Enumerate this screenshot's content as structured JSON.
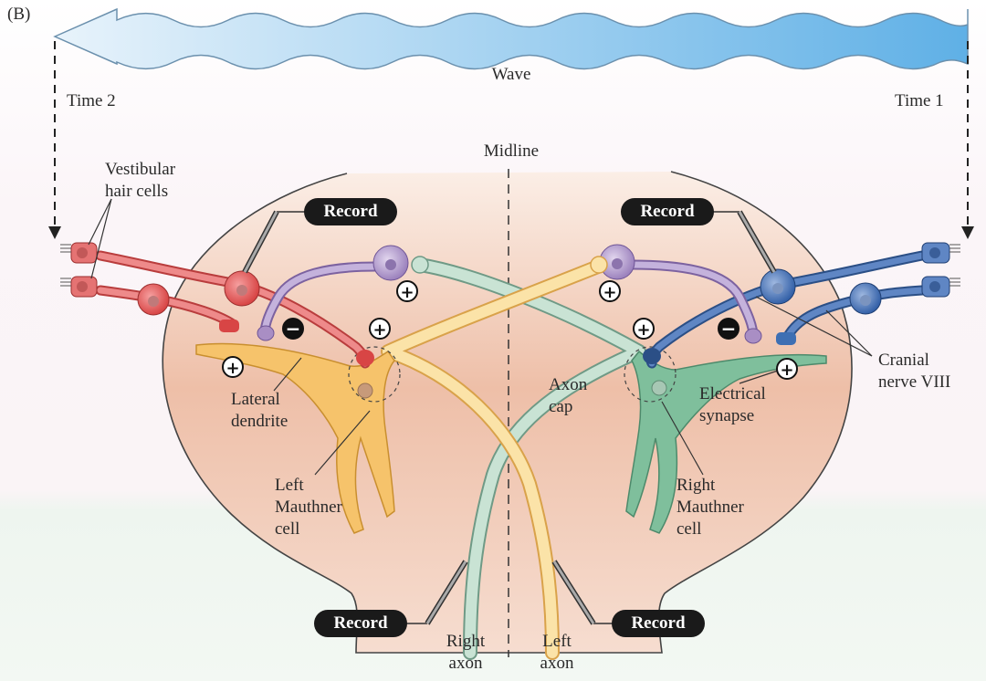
{
  "panel_label": "(B)",
  "labels": {
    "wave": "Wave",
    "time2": "Time 2",
    "time1": "Time 1",
    "midline": "Midline",
    "vestibular_hair_cells": "Vestibular\nhair cells",
    "lateral_dendrite": "Lateral\ndendrite",
    "left_mauthner_cell": "Left\nMauthner\ncell",
    "axon_cap": "Axon\ncap",
    "electrical_synapse": "Electrical\nsynapse",
    "cranial_nerve_viii": "Cranial\nnerve VIII",
    "right_mauthner_cell": "Right\nMauthner\ncell",
    "right_axon": "Right\naxon",
    "left_axon": "Left\naxon"
  },
  "record_labels": {
    "top_left": "Record",
    "top_right": "Record",
    "bottom_left": "Record",
    "bottom_right": "Record"
  },
  "signs": {
    "plus": "+",
    "minus": "−"
  },
  "colors": {
    "left_mauthner": "#f7c774",
    "right_mauthner": "#8cc7a8",
    "left_afferent": "#e05454",
    "right_afferent": "#3e6fb3",
    "interneuron": "#a98ec4",
    "wave": "#8fc3e8",
    "record_badge": "#1a1a1a"
  }
}
